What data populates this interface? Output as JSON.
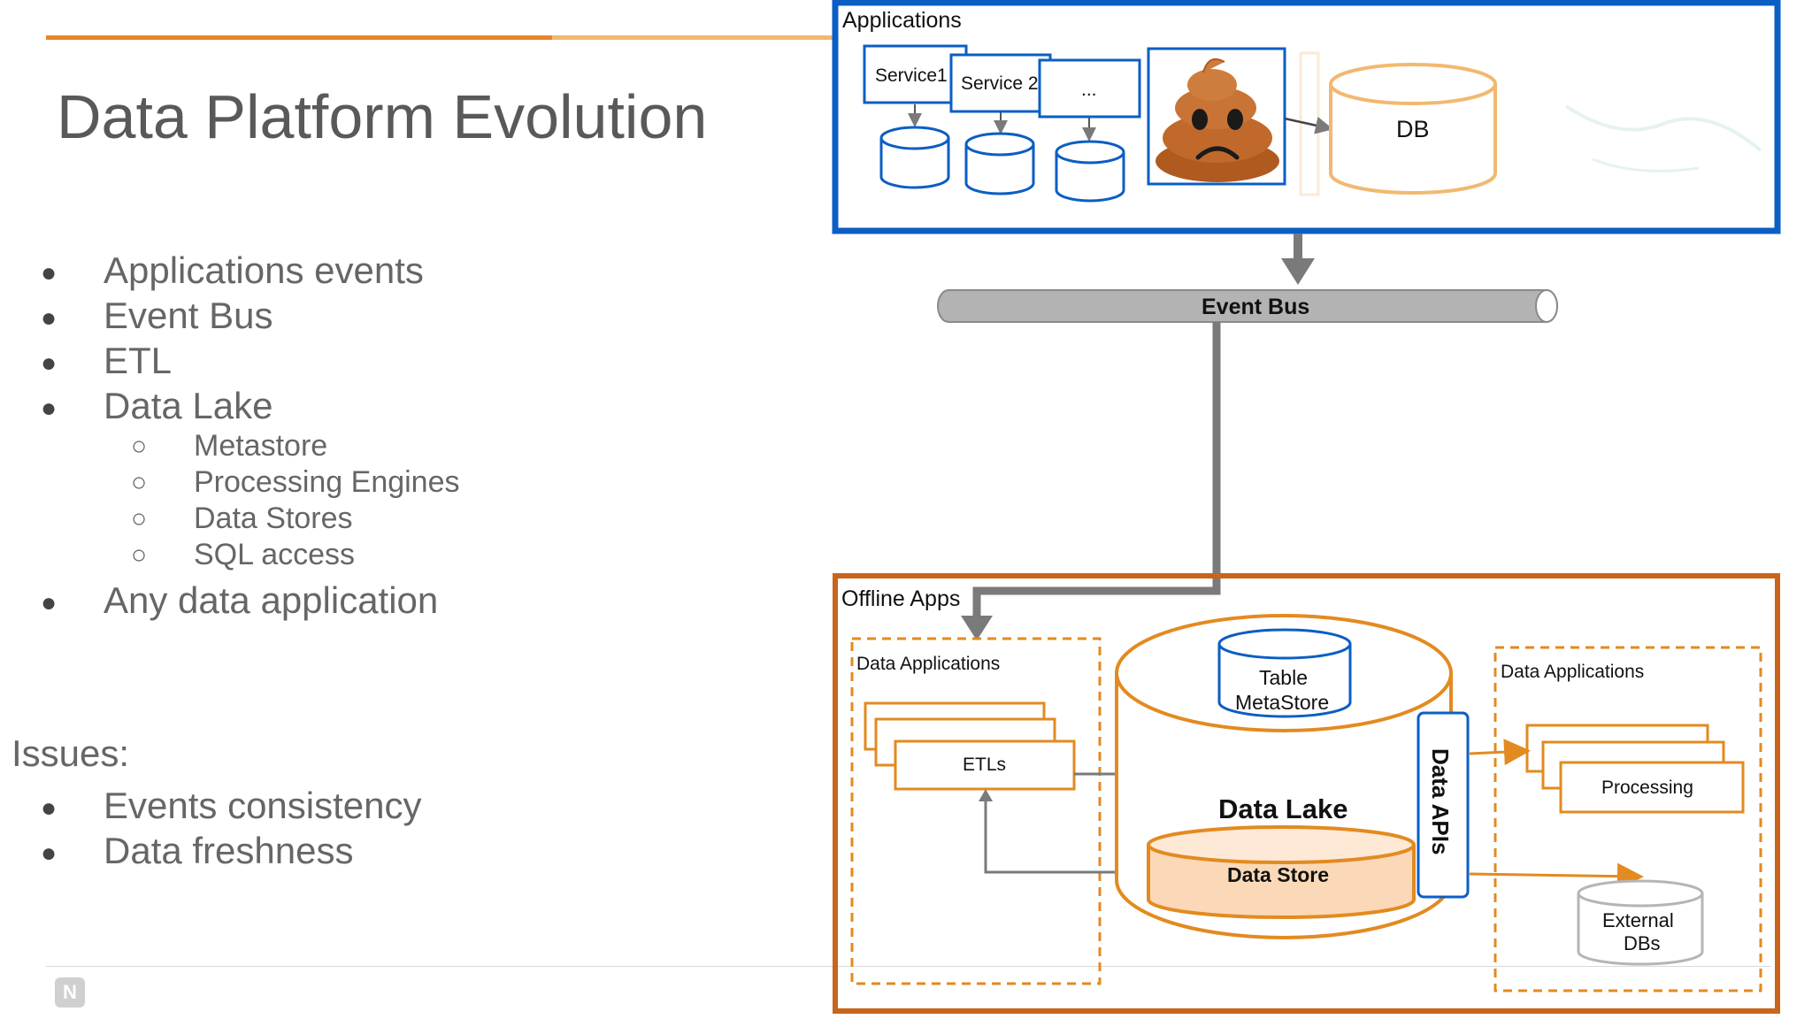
{
  "slide": {
    "title": "Data Platform Evolution",
    "bullets": [
      "Applications events",
      "Event Bus",
      "ETL",
      "Data Lake"
    ],
    "sub_bullets": [
      "Metastore",
      "Processing Engines",
      "Data Stores",
      "SQL access"
    ],
    "last_bullet": "Any data application",
    "issues_heading": "Issues:",
    "issues": [
      "Events consistency",
      "Data freshness"
    ],
    "logo_glyph": "N",
    "bullet_glyph": "●",
    "sub_bullet_glyph": "○"
  },
  "diagram": {
    "applications": {
      "label": "Applications",
      "services": [
        "Service1",
        "Service 2",
        "..."
      ],
      "db_label": "DB",
      "icon": "sad-poop-icon"
    },
    "event_bus": {
      "label": "Event Bus"
    },
    "offline": {
      "label": "Offline Apps",
      "left_group_label": "Data Applications",
      "etls_label": "ETLs",
      "data_lake_label": "Data Lake",
      "metastore_label_line1": "Table",
      "metastore_label_line2": "MetaStore",
      "data_store_label": "Data Store",
      "data_apis_label": "Data APIs",
      "right_group_label": "Data Applications",
      "processing_label": "Processing",
      "external_line1": "External",
      "external_line2": "DBs"
    }
  },
  "colors": {
    "blue": "#0b5ec4",
    "orange": "#e38a20",
    "brown_orange": "#c8651b",
    "gray_arrow": "#7a7a7a",
    "text_gray": "#666666",
    "top_line_orange": "#e8862a",
    "top_line_light": "#f2b870",
    "top_line_yellow": "#f5e21d"
  }
}
